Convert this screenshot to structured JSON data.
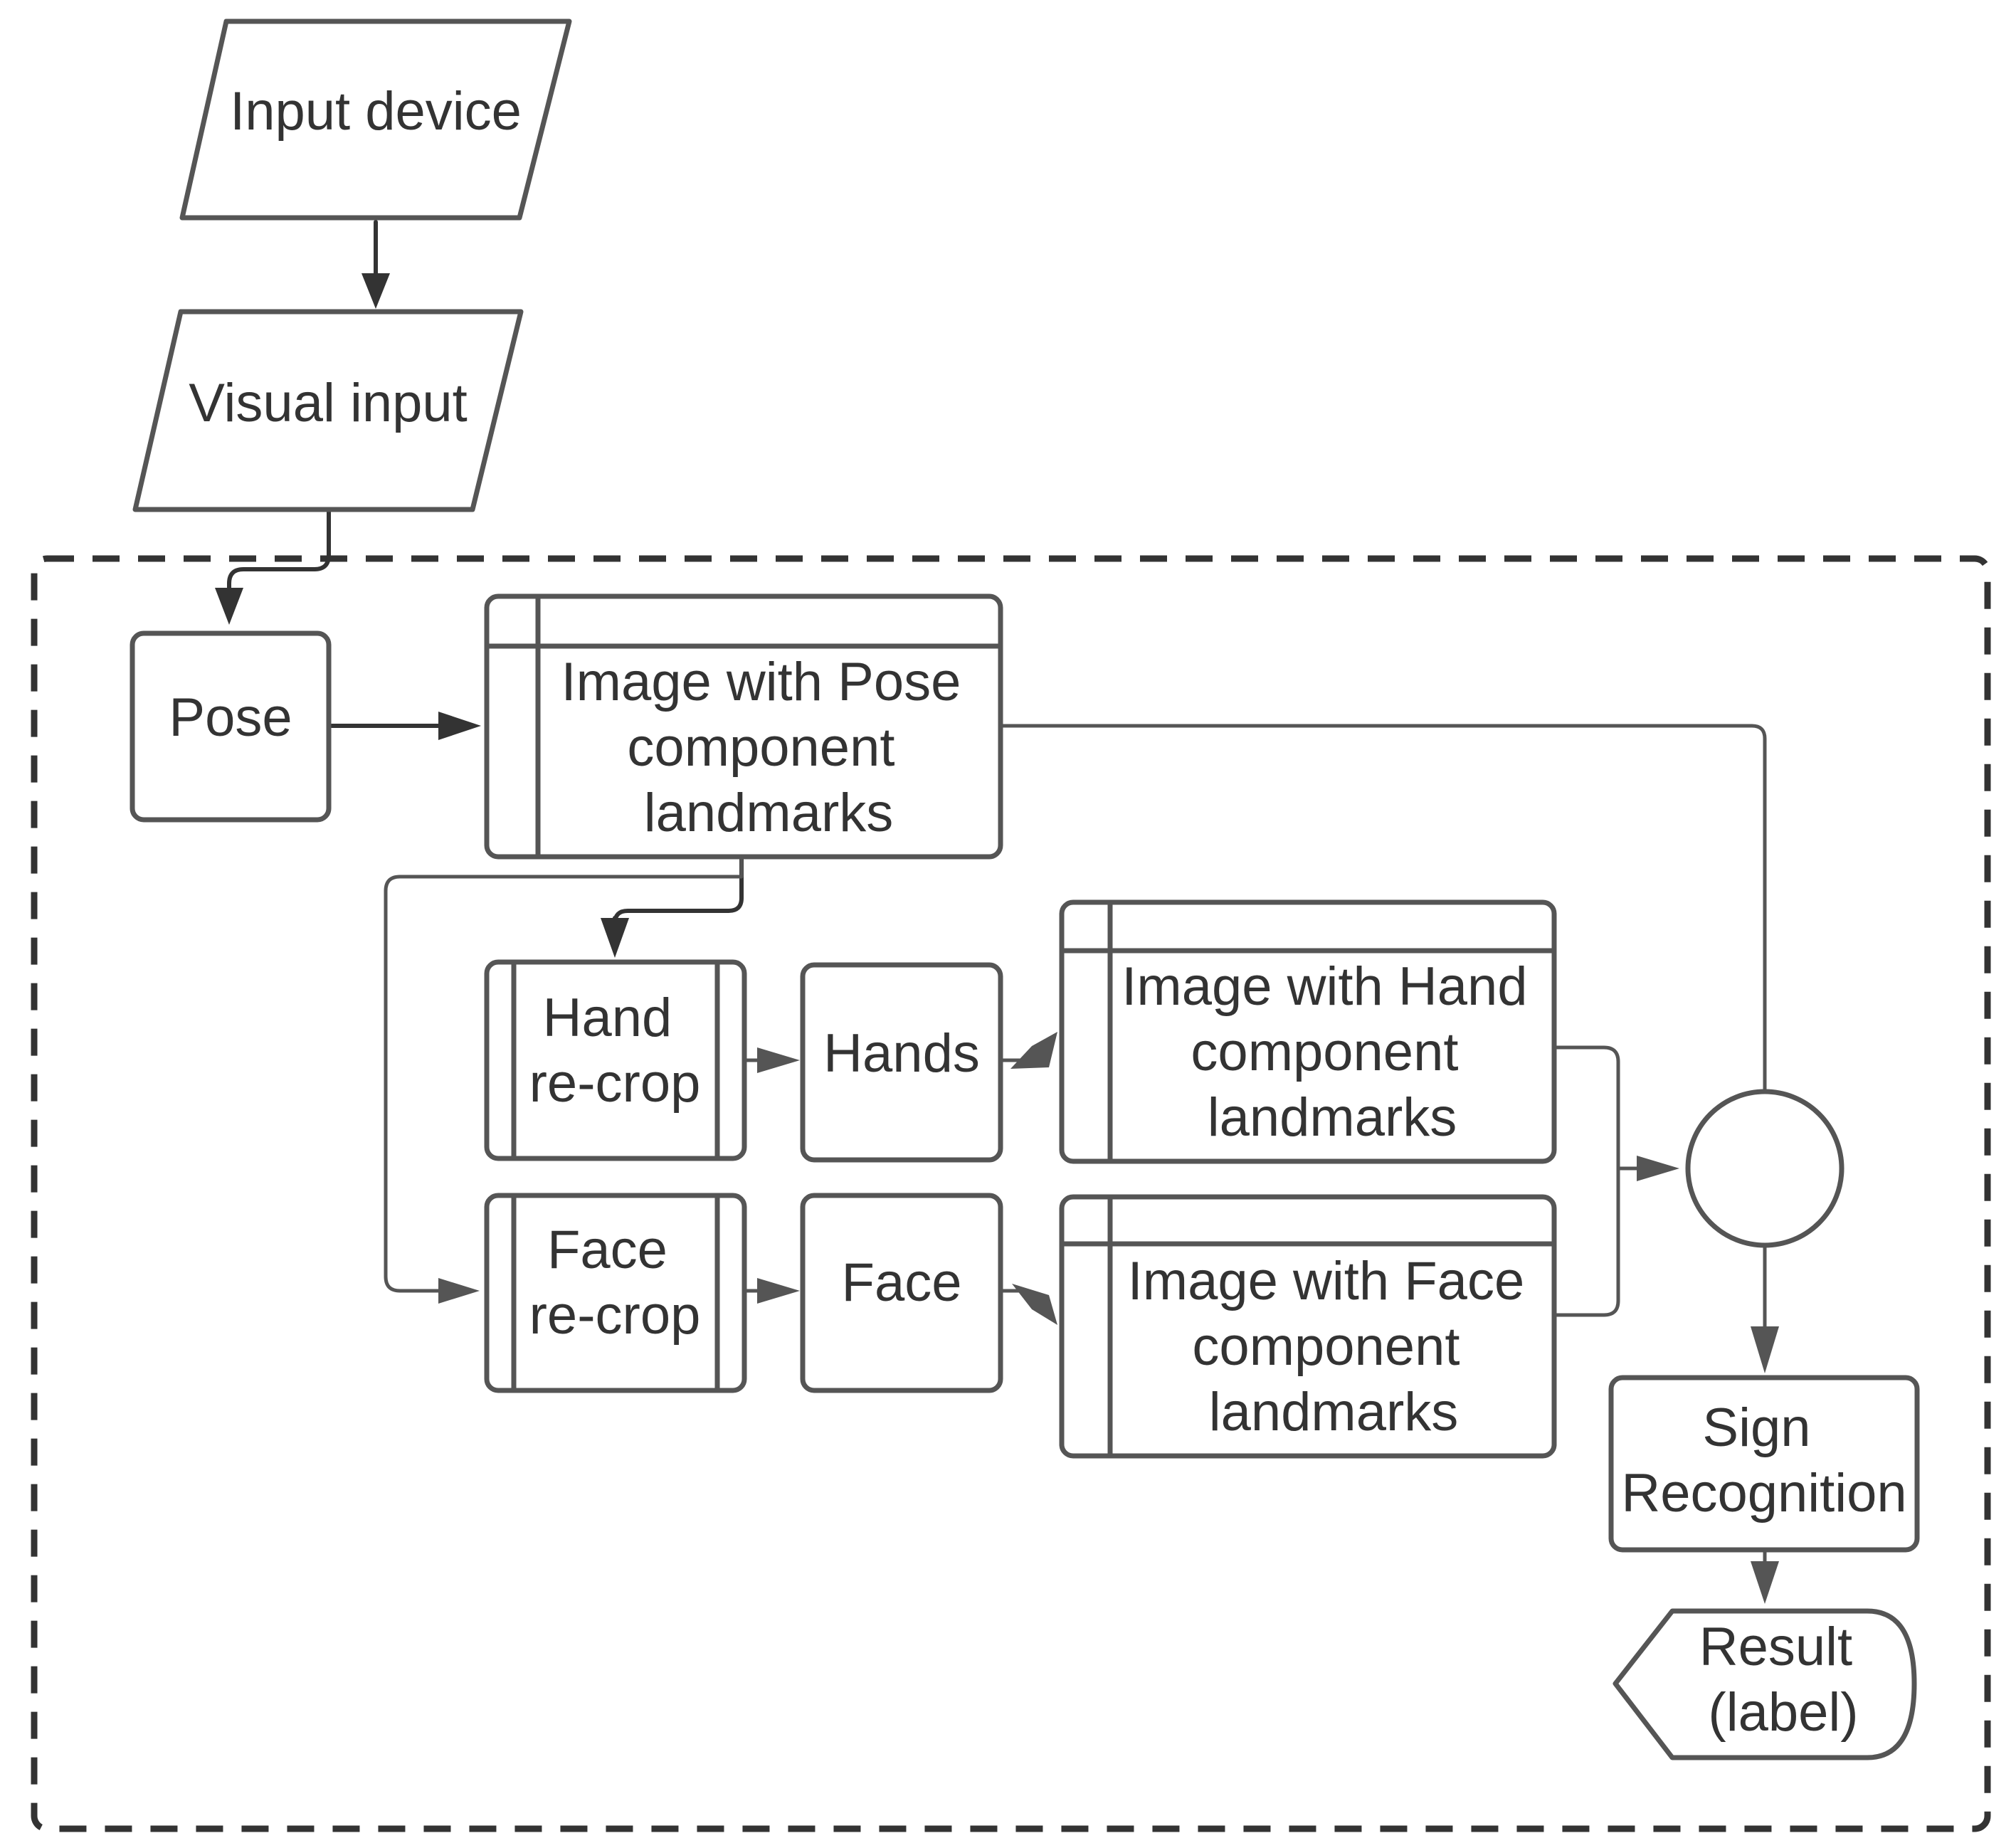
{
  "nodes": {
    "input_device": {
      "lines": [
        "Input device"
      ]
    },
    "visual_input": {
      "lines": [
        "Visual input"
      ]
    },
    "pose": {
      "lines": [
        "Pose"
      ]
    },
    "pose_landmarks": {
      "lines": [
        "Image with Pose",
        "component",
        "landmarks"
      ]
    },
    "hand_recrop": {
      "lines": [
        "Hand",
        "re-crop"
      ]
    },
    "hands": {
      "lines": [
        "Hands"
      ]
    },
    "hand_landmarks": {
      "lines": [
        "Image with Hand",
        "component",
        "landmarks"
      ]
    },
    "face_recrop": {
      "lines": [
        "Face",
        "re-crop"
      ]
    },
    "face": {
      "lines": [
        "Face"
      ]
    },
    "face_landmarks": {
      "lines": [
        "Image with Face",
        "component",
        "landmarks"
      ]
    },
    "sign_recognition": {
      "lines": [
        "Sign",
        "Recognition"
      ]
    },
    "result": {
      "lines": [
        "Result",
        "(label)"
      ]
    }
  },
  "edges": [
    {
      "from": "input_device",
      "to": "visual_input"
    },
    {
      "from": "visual_input",
      "to": "pose"
    },
    {
      "from": "pose",
      "to": "pose_landmarks"
    },
    {
      "from": "pose_landmarks",
      "to": "hand_recrop"
    },
    {
      "from": "pose_landmarks",
      "to": "face_recrop"
    },
    {
      "from": "pose_landmarks",
      "to": "merge_node"
    },
    {
      "from": "hand_recrop",
      "to": "hands"
    },
    {
      "from": "hands",
      "to": "hand_landmarks"
    },
    {
      "from": "face_recrop",
      "to": "face"
    },
    {
      "from": "face",
      "to": "face_landmarks"
    },
    {
      "from": "hand_landmarks",
      "to": "merge_node"
    },
    {
      "from": "face_landmarks",
      "to": "merge_node"
    },
    {
      "from": "merge_node",
      "to": "sign_recognition"
    },
    {
      "from": "sign_recognition",
      "to": "result"
    }
  ]
}
